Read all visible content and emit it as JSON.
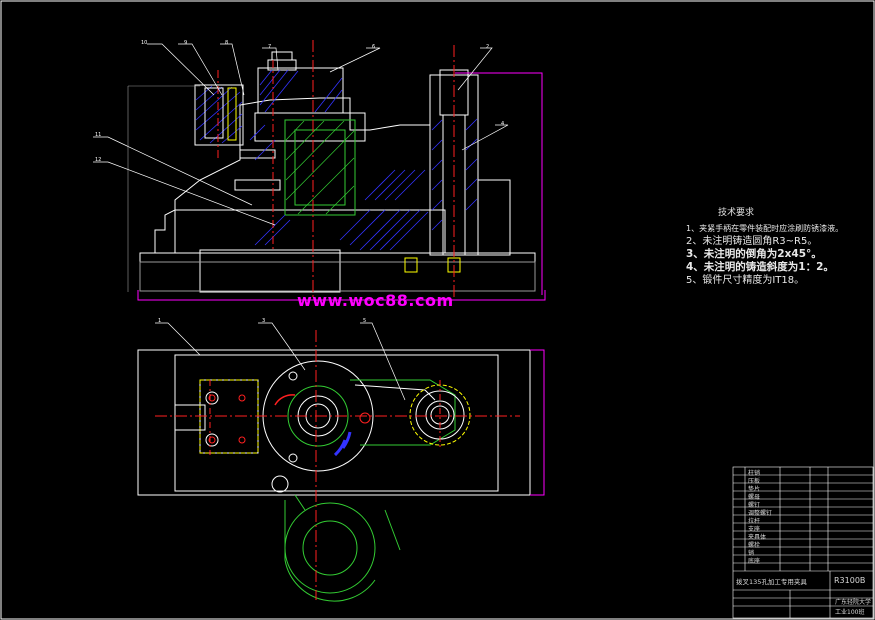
{
  "watermark": "www.woc88.com",
  "technical_requirements": {
    "title": "技术要求",
    "items": [
      "1、夹紧手柄在零件装配时应涂刷防锈漆液。",
      "2、未注明铸造圆角R3~R5。",
      "3、未注明的倒角为2x45°。",
      "4、未注明的铸造斜度为1：2。",
      "5、锻件尺寸精度为IT18。"
    ]
  },
  "part_callouts": [
    "10",
    "9",
    "8",
    "7",
    "6",
    "2",
    "4",
    "11",
    "12",
    "1",
    "3",
    "5"
  ],
  "title_block": {
    "drawing_name": "拨叉135孔加工专用夹具",
    "drawing_number": "R3100B",
    "school": "广东轻院大学",
    "class": "工业100班",
    "parts_rows": [
      "柱销",
      "压板",
      "垫片",
      "螺母",
      "螺钉",
      "调整螺钉",
      "拉杆",
      "支座",
      "夹具体",
      "螺栓",
      "销",
      "底座"
    ]
  },
  "colors": {
    "background": "#000000",
    "outline": "#ffffff",
    "hatch": "#3333ff",
    "section_green": "#33cc33",
    "centerline": "#ff2020",
    "dimension": "#ff00ff",
    "leader": "#ffffff",
    "hidden": "#ffff00"
  }
}
